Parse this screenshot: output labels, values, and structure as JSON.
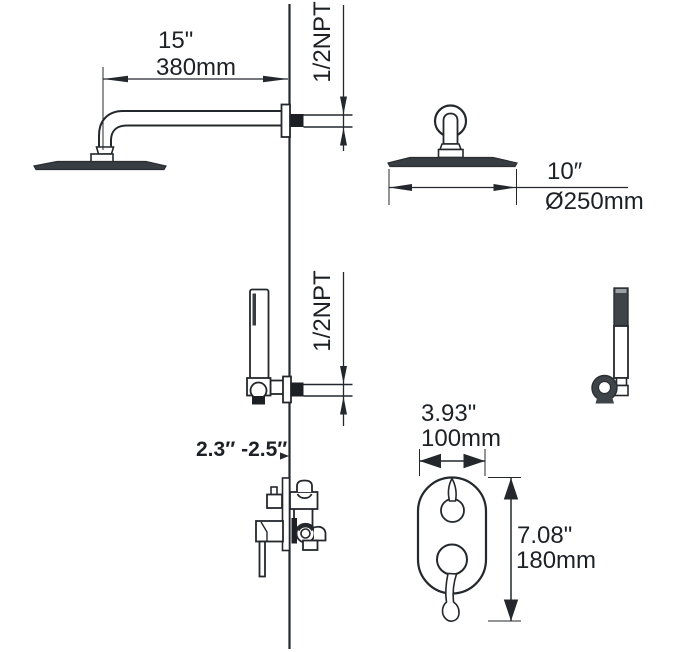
{
  "colors": {
    "line": "#24282d",
    "dark_fill": "#383d42",
    "pipe_fill": "#1c2025",
    "background": "#ffffff"
  },
  "views": {
    "rain_shower_side": {
      "dim_arm_in": "15\"",
      "dim_arm_mm": "380mm",
      "dim_thread": "1/2NPT"
    },
    "rain_shower_front": {
      "dim_diameter_in": "10″",
      "dim_diameter_mm": "Ø250mm"
    },
    "hand_shower_side": {
      "dim_thread": "1/2NPT",
      "dim_wall_depth": "2.3″ -2.5″"
    },
    "mixer_valve_front": {
      "dim_width_in": "3.93\"",
      "dim_width_mm": "100mm",
      "dim_height_in": "7.08\"",
      "dim_height_mm": "180mm"
    }
  }
}
